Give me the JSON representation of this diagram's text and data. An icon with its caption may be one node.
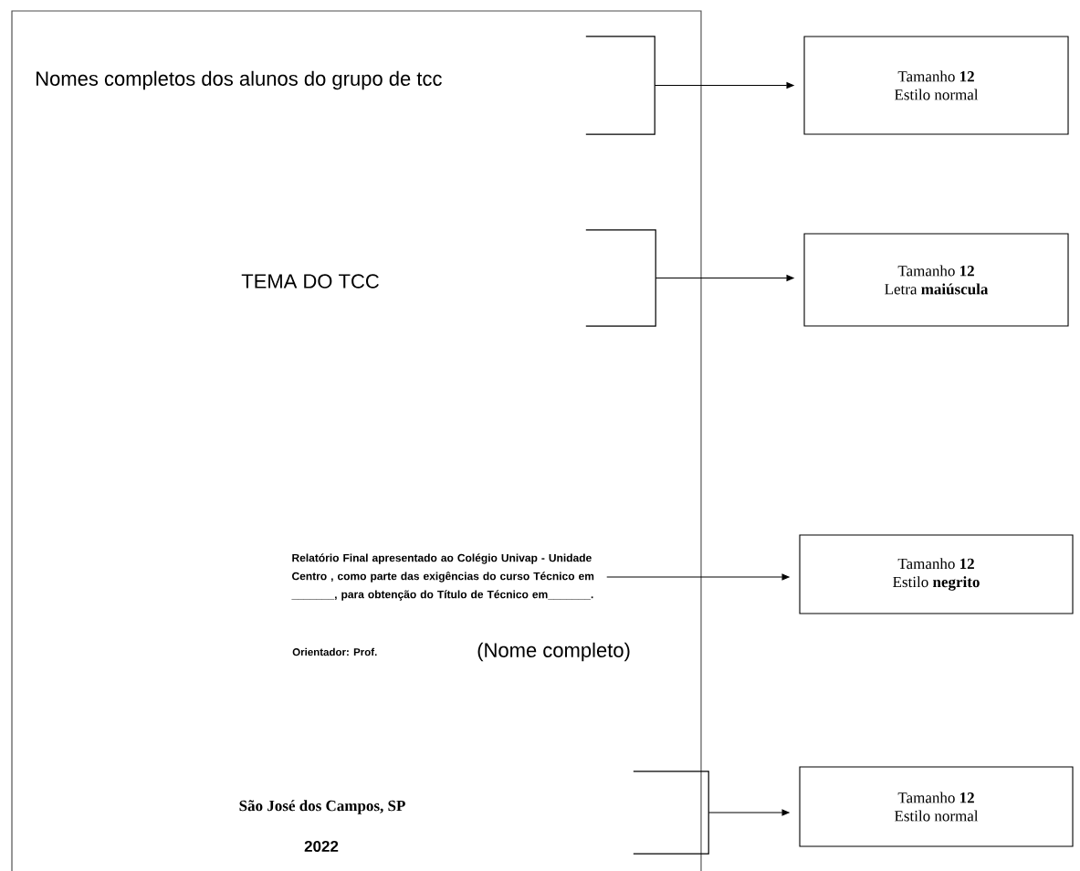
{
  "diagram": {
    "nodes": [
      {
        "text": [],
        "shape": "bracket"
      },
      {
        "text": [
          "Tamanho **12**",
          "Estilo normal"
        ]
      },
      {
        "text": [],
        "shape": "bracket"
      },
      {
        "text": [
          "Tamanho **12**",
          "Letra **maiúscula**"
        ]
      },
      {
        "text": [
          "Relatório Final apresentado ao Colégio Univap - Unidade **Centro** , como parte das exigências do curso Técnico em _______, para obtenção do Título de Técnico em_______."
        ]
      },
      {
        "text": [
          "Tamanho **12**",
          "Estilo **negrito**"
        ]
      },
      {
        "text": [],
        "shape": "bracket"
      },
      {
        "text": [
          "Tamanho **12**",
          "Estilo normal"
        ]
      }
    ],
    "edges": [
      {
        "from": 0,
        "to": 1,
        "arrow": "to"
      },
      {
        "from": 2,
        "to": 3,
        "arrow": "to"
      },
      {
        "from": 4,
        "to": 5,
        "arrow": "to"
      },
      {
        "from": 6,
        "to": 7,
        "arrow": "to"
      }
    ],
    "labels": [
      "Nomes completos dos alunos do grupo de tcc",
      "TEMA DO TCC",
      "Orientador: Prof.",
      "(Nome completo)",
      "São José dos Campos, SP",
      "2022"
    ]
  }
}
